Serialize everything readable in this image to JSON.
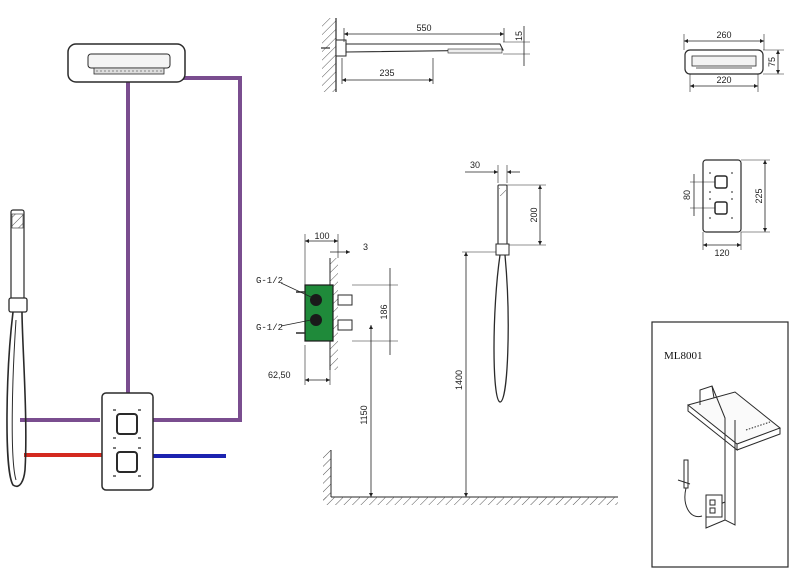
{
  "colors": {
    "background": "#ffffff",
    "outline": "#2a2a2a",
    "pipe_purple": "#7a4d8f",
    "pipe_hot": "#d42a1f",
    "pipe_cold": "#1c23b0",
    "valve_green": "#1f8a3a",
    "hatch": "#555555"
  },
  "side_view": {
    "dim_length": "550",
    "dim_thickness": "15",
    "dim_arm": "235"
  },
  "top_view": {
    "dim_width_outer": "260",
    "dim_width_inner": "220",
    "dim_height": "75"
  },
  "valve_front": {
    "dim_width": "120",
    "dim_height": "225",
    "dim_spacing": "80"
  },
  "valve_side": {
    "dim_depth": "100",
    "dim_offset": "3",
    "dim_height": "186",
    "dim_bottom": "62,50",
    "inlet_top": "G-1/2",
    "inlet_bottom": "G-1/2",
    "dim_floor": "1150"
  },
  "hand_shower": {
    "dim_width": "30",
    "dim_length": "200",
    "dim_mount_height": "1400"
  },
  "iso_view": {
    "model": "ML8001"
  }
}
